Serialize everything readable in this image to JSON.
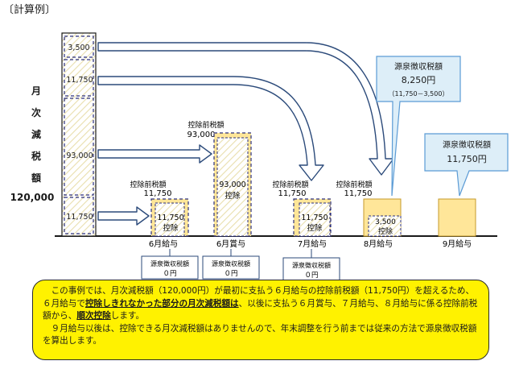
{
  "heading": "〔計算例〕",
  "monthly_reduction": {
    "label_chars": [
      "月",
      "次",
      "減",
      "税",
      "額"
    ],
    "total": "120,000",
    "segments": [
      "3,500",
      "11,750",
      "93,000",
      "11,750"
    ]
  },
  "months": {
    "june_salary": {
      "axis_label": "6月給与",
      "pre_tax_label": "控除前税額",
      "pre_tax_value": "11,750",
      "deduction_value": "11,750",
      "deduction_label": "控除",
      "withholding_label": "源泉徴収税額",
      "withholding_value": "０円"
    },
    "june_bonus": {
      "axis_label": "6月賞与",
      "pre_tax_label": "控除前税額",
      "pre_tax_value": "93,000",
      "deduction_value": "93,000",
      "deduction_label": "控除",
      "withholding_label": "源泉徴収税額",
      "withholding_value": "０円"
    },
    "july_salary": {
      "axis_label": "7月給与",
      "pre_tax_label": "控除前税額",
      "pre_tax_value": "11,750",
      "deduction_value": "11,750",
      "deduction_label": "控除",
      "withholding_label": "源泉徴収税額",
      "withholding_value": "０円"
    },
    "aug_salary": {
      "axis_label": "8月給与",
      "pre_tax_label": "控除前税額",
      "pre_tax_value": "11,750",
      "deduction_value": "3,500",
      "deduction_label": "控除",
      "callout_label": "源泉徴収税額",
      "callout_value": "8,250円",
      "callout_formula": "（11,750－3,500）"
    },
    "sep_salary": {
      "axis_label": "9月給与",
      "callout_label": "源泉徴収税額",
      "callout_value": "11,750円"
    }
  },
  "note": {
    "p1_a": "この事例では、月次減税額（120,000円）が最初に支払う６月給与の控除前税額（11,750円）を超えるため、６月給与で",
    "p1_bold": "控除しきれなかった部分の月次減税額は",
    "p1_b": "、以後に支払う６月賞与、７月給与、８月給与に係る控除前税額から、",
    "p1_bold2": "順次控除",
    "p1_c": "します。",
    "p2": "９月給与以後は、控除できる月次減税額はありませんので、年末調整を行う前までは従来の方法で源泉徴収税額を算出します。"
  },
  "colors": {
    "bar_fill": "#ffe699",
    "bar_stroke": "#2b2f7a",
    "callout_fill": "#ddeef8",
    "callout_stroke": "#5b9bd5",
    "note_fill": "#fff200"
  }
}
